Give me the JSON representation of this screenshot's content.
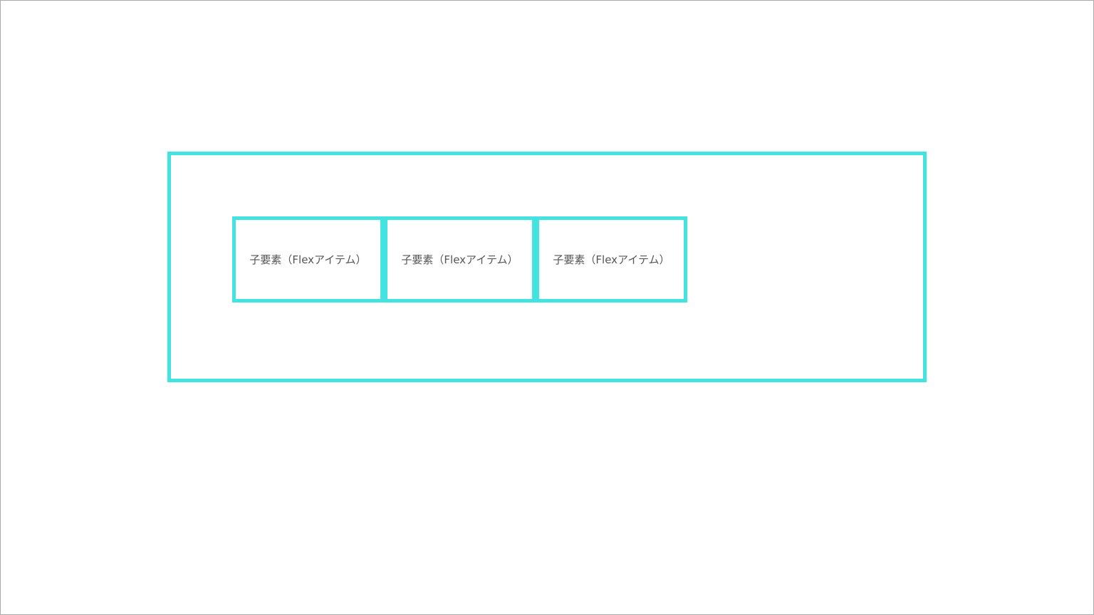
{
  "diagram": {
    "parent": {
      "label": "",
      "border_color": "#43e3e2"
    },
    "items": [
      {
        "label": "子要素（Flexアイテム）"
      },
      {
        "label": "子要素（Flexアイテム）"
      },
      {
        "label": "子要素（Flexアイテム）"
      }
    ],
    "text_color": "#555555"
  }
}
